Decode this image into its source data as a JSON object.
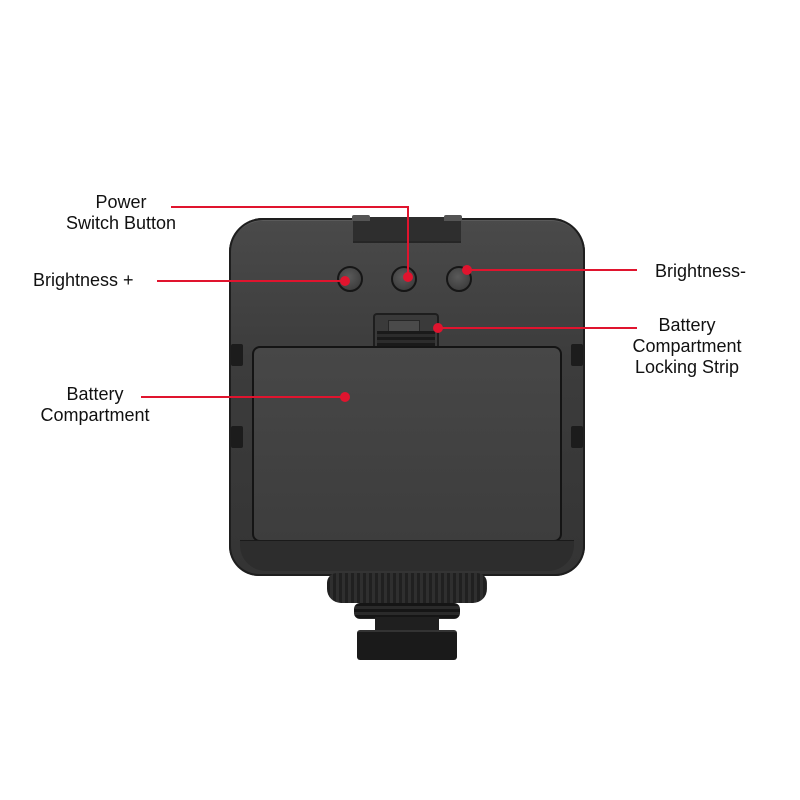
{
  "diagram": {
    "subject": "LED video light - rear view",
    "accent_color": "#e0142e",
    "background_color": "#ffffff",
    "device_color": "#3c3c3c",
    "callouts": [
      {
        "id": "power",
        "line1": "Power",
        "line2": "Switch Button"
      },
      {
        "id": "brightness_plus",
        "line1": "Brightness +"
      },
      {
        "id": "brightness_minus",
        "line1": "Brightness-"
      },
      {
        "id": "locking_strip",
        "line1": "Battery",
        "line2": "Compartment",
        "line3": "Locking Strip"
      },
      {
        "id": "battery_compartment",
        "line1": "Battery",
        "line2": "Compartment"
      }
    ]
  }
}
